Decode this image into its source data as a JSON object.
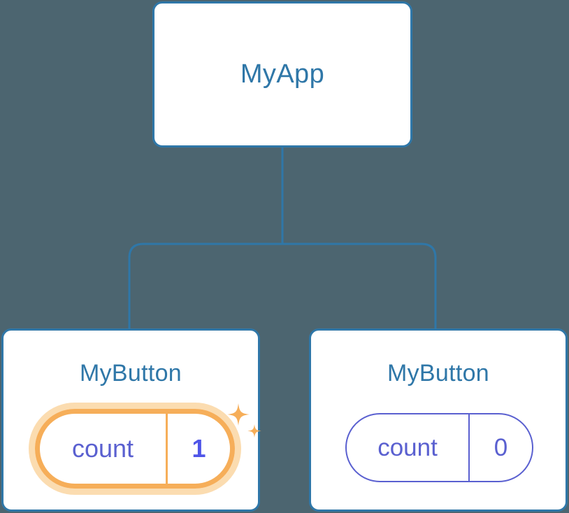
{
  "diagram": {
    "type": "component-tree",
    "background_color": "#4c6570",
    "node_border_color": "#2f77a8",
    "node_text_color": "#2f77a8",
    "connector_color": "#2f77a8",
    "highlight_color": "#f6ae59",
    "highlight_glow_color": "#fbdcb0",
    "state_text_color": "#5a60d0",
    "active_value_color": "#4f55e8"
  },
  "root": {
    "label": "MyApp"
  },
  "children": [
    {
      "label": "MyButton",
      "highlighted": true,
      "state": {
        "key": "count",
        "value": "1"
      },
      "sparkle_icon": "sparkles-icon"
    },
    {
      "label": "MyButton",
      "highlighted": false,
      "state": {
        "key": "count",
        "value": "0"
      }
    }
  ]
}
